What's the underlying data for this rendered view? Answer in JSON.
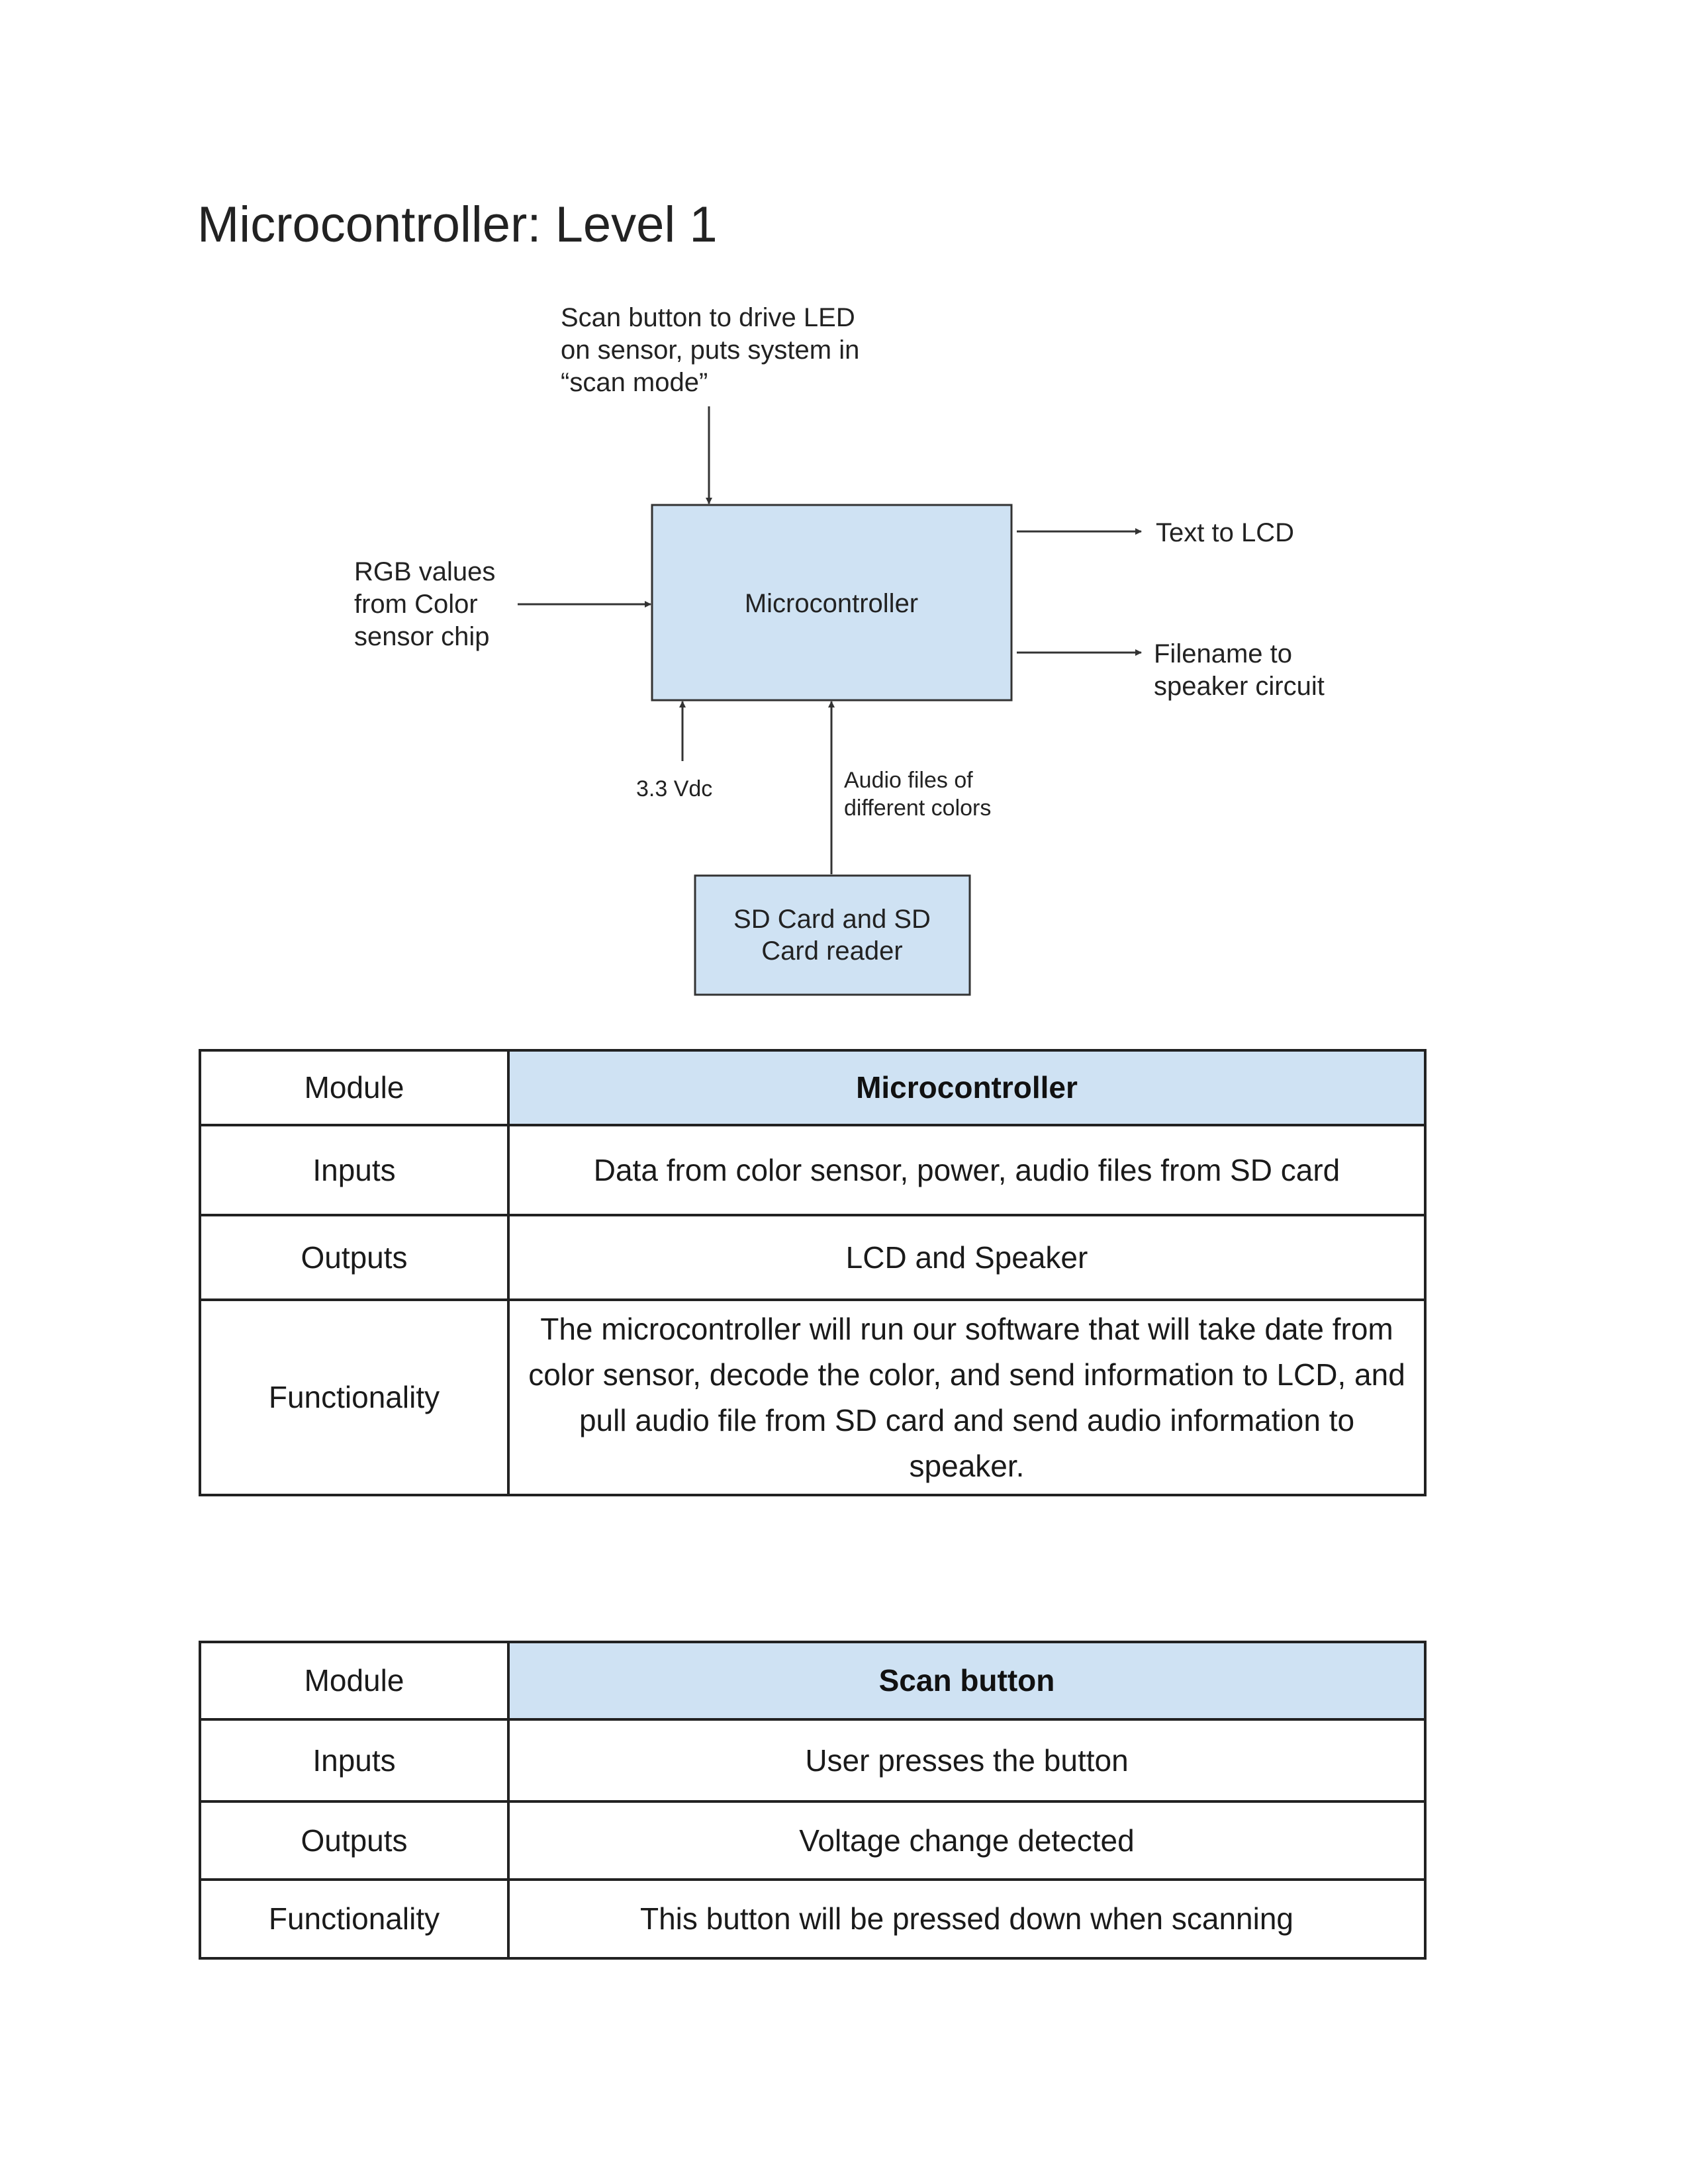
{
  "title": "Microcontroller: Level 1",
  "colors": {
    "box_fill": "#cfe2f3",
    "header_fill": "#cfe2f3",
    "border": "#222222"
  },
  "diagram": {
    "microcontroller_box": "Microcontroller",
    "sd_box": [
      "SD Card and SD",
      "Card reader"
    ],
    "scan_input": [
      "Scan button to drive LED",
      "on sensor, puts system in",
      "“scan mode”"
    ],
    "rgb_input": [
      "RGB values",
      "from Color",
      "sensor chip"
    ],
    "text_output": "Text to LCD",
    "filename_output": [
      "Filename to",
      "speaker circuit"
    ],
    "power_input": "3.3 Vdc",
    "audio_input": [
      "Audio files of",
      "different colors"
    ]
  },
  "tables": [
    {
      "rows": [
        {
          "label": "Module",
          "value": "Microcontroller"
        },
        {
          "label": "Inputs",
          "value": "Data from color sensor, power, audio files from SD card"
        },
        {
          "label": "Outputs",
          "value": "LCD and Speaker"
        },
        {
          "label": "Functionality",
          "value": "The microcontroller will run our software that will take date from color sensor, decode the color, and send information to LCD, and pull audio file from SD card and send audio information to speaker."
        }
      ]
    },
    {
      "rows": [
        {
          "label": "Module",
          "value": "Scan button"
        },
        {
          "label": "Inputs",
          "value": "User presses the button"
        },
        {
          "label": "Outputs",
          "value": "Voltage change detected"
        },
        {
          "label": "Functionality",
          "value": "This button will be pressed down when scanning"
        }
      ]
    }
  ]
}
